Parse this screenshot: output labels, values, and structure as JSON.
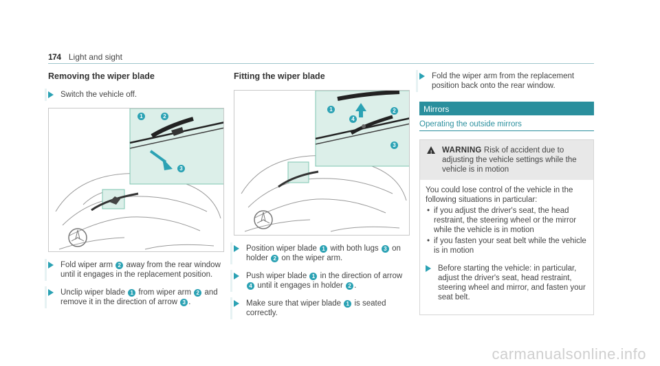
{
  "header": {
    "page_number": "174",
    "section": "Light and sight"
  },
  "col1": {
    "heading": "Removing the wiper blade",
    "step1": "Switch the vehicle off.",
    "step2": {
      "a": "Fold wiper arm",
      "c1": "2",
      "b": "away from the rear window until it engages in the replacement position."
    },
    "step3": {
      "a": "Unclip wiper blade",
      "c1": "1",
      "b": "from wiper arm",
      "c2": "2",
      "c": "and remove it in the direction of arrow",
      "c3": "3",
      "d": "."
    },
    "figure_callouts": [
      "1",
      "2",
      "3"
    ]
  },
  "col2": {
    "heading": "Fitting the wiper blade",
    "step1": {
      "a": "Position wiper blade",
      "c1": "1",
      "b": "with both lugs",
      "c2": "3",
      "c": "on holder",
      "c3": "2",
      "d": "on the wiper arm."
    },
    "step2": {
      "a": "Push wiper blade",
      "c1": "1",
      "b": "in the direction of arrow",
      "c2": "4",
      "c": "until it engages in holder",
      "c3": "2",
      "d": "."
    },
    "step3": {
      "a": "Make sure that wiper blade",
      "c1": "1",
      "b": "is seated correctly."
    },
    "figure_callouts": [
      "1",
      "4",
      "2",
      "3"
    ]
  },
  "col3": {
    "step1": "Fold the wiper arm from the replacement position back onto the rear window.",
    "banner": "Mirrors",
    "subheading": "Operating the outside mirrors",
    "warning": {
      "label": "WARNING",
      "title": "Risk of accident due to adjusting the vehicle settings while the vehicle is in motion",
      "body": "You could lose control of the vehicle in the following situations in particular:",
      "bullets": [
        "if you adjust the driver's seat, the head restraint, the steering wheel or the mirror while the vehicle is in motion",
        "if you fasten your seat belt while the vehicle is in motion"
      ],
      "action": "Before starting the vehicle: in particular, adjust the driver's seat, head restraint, steering wheel and mirror, and fasten your seat belt."
    }
  },
  "watermark": "carmanualsonline.info",
  "colors": {
    "accent": "#2ba2b4",
    "banner": "#2a8f9d",
    "inset_bg": "#dcefe9"
  }
}
